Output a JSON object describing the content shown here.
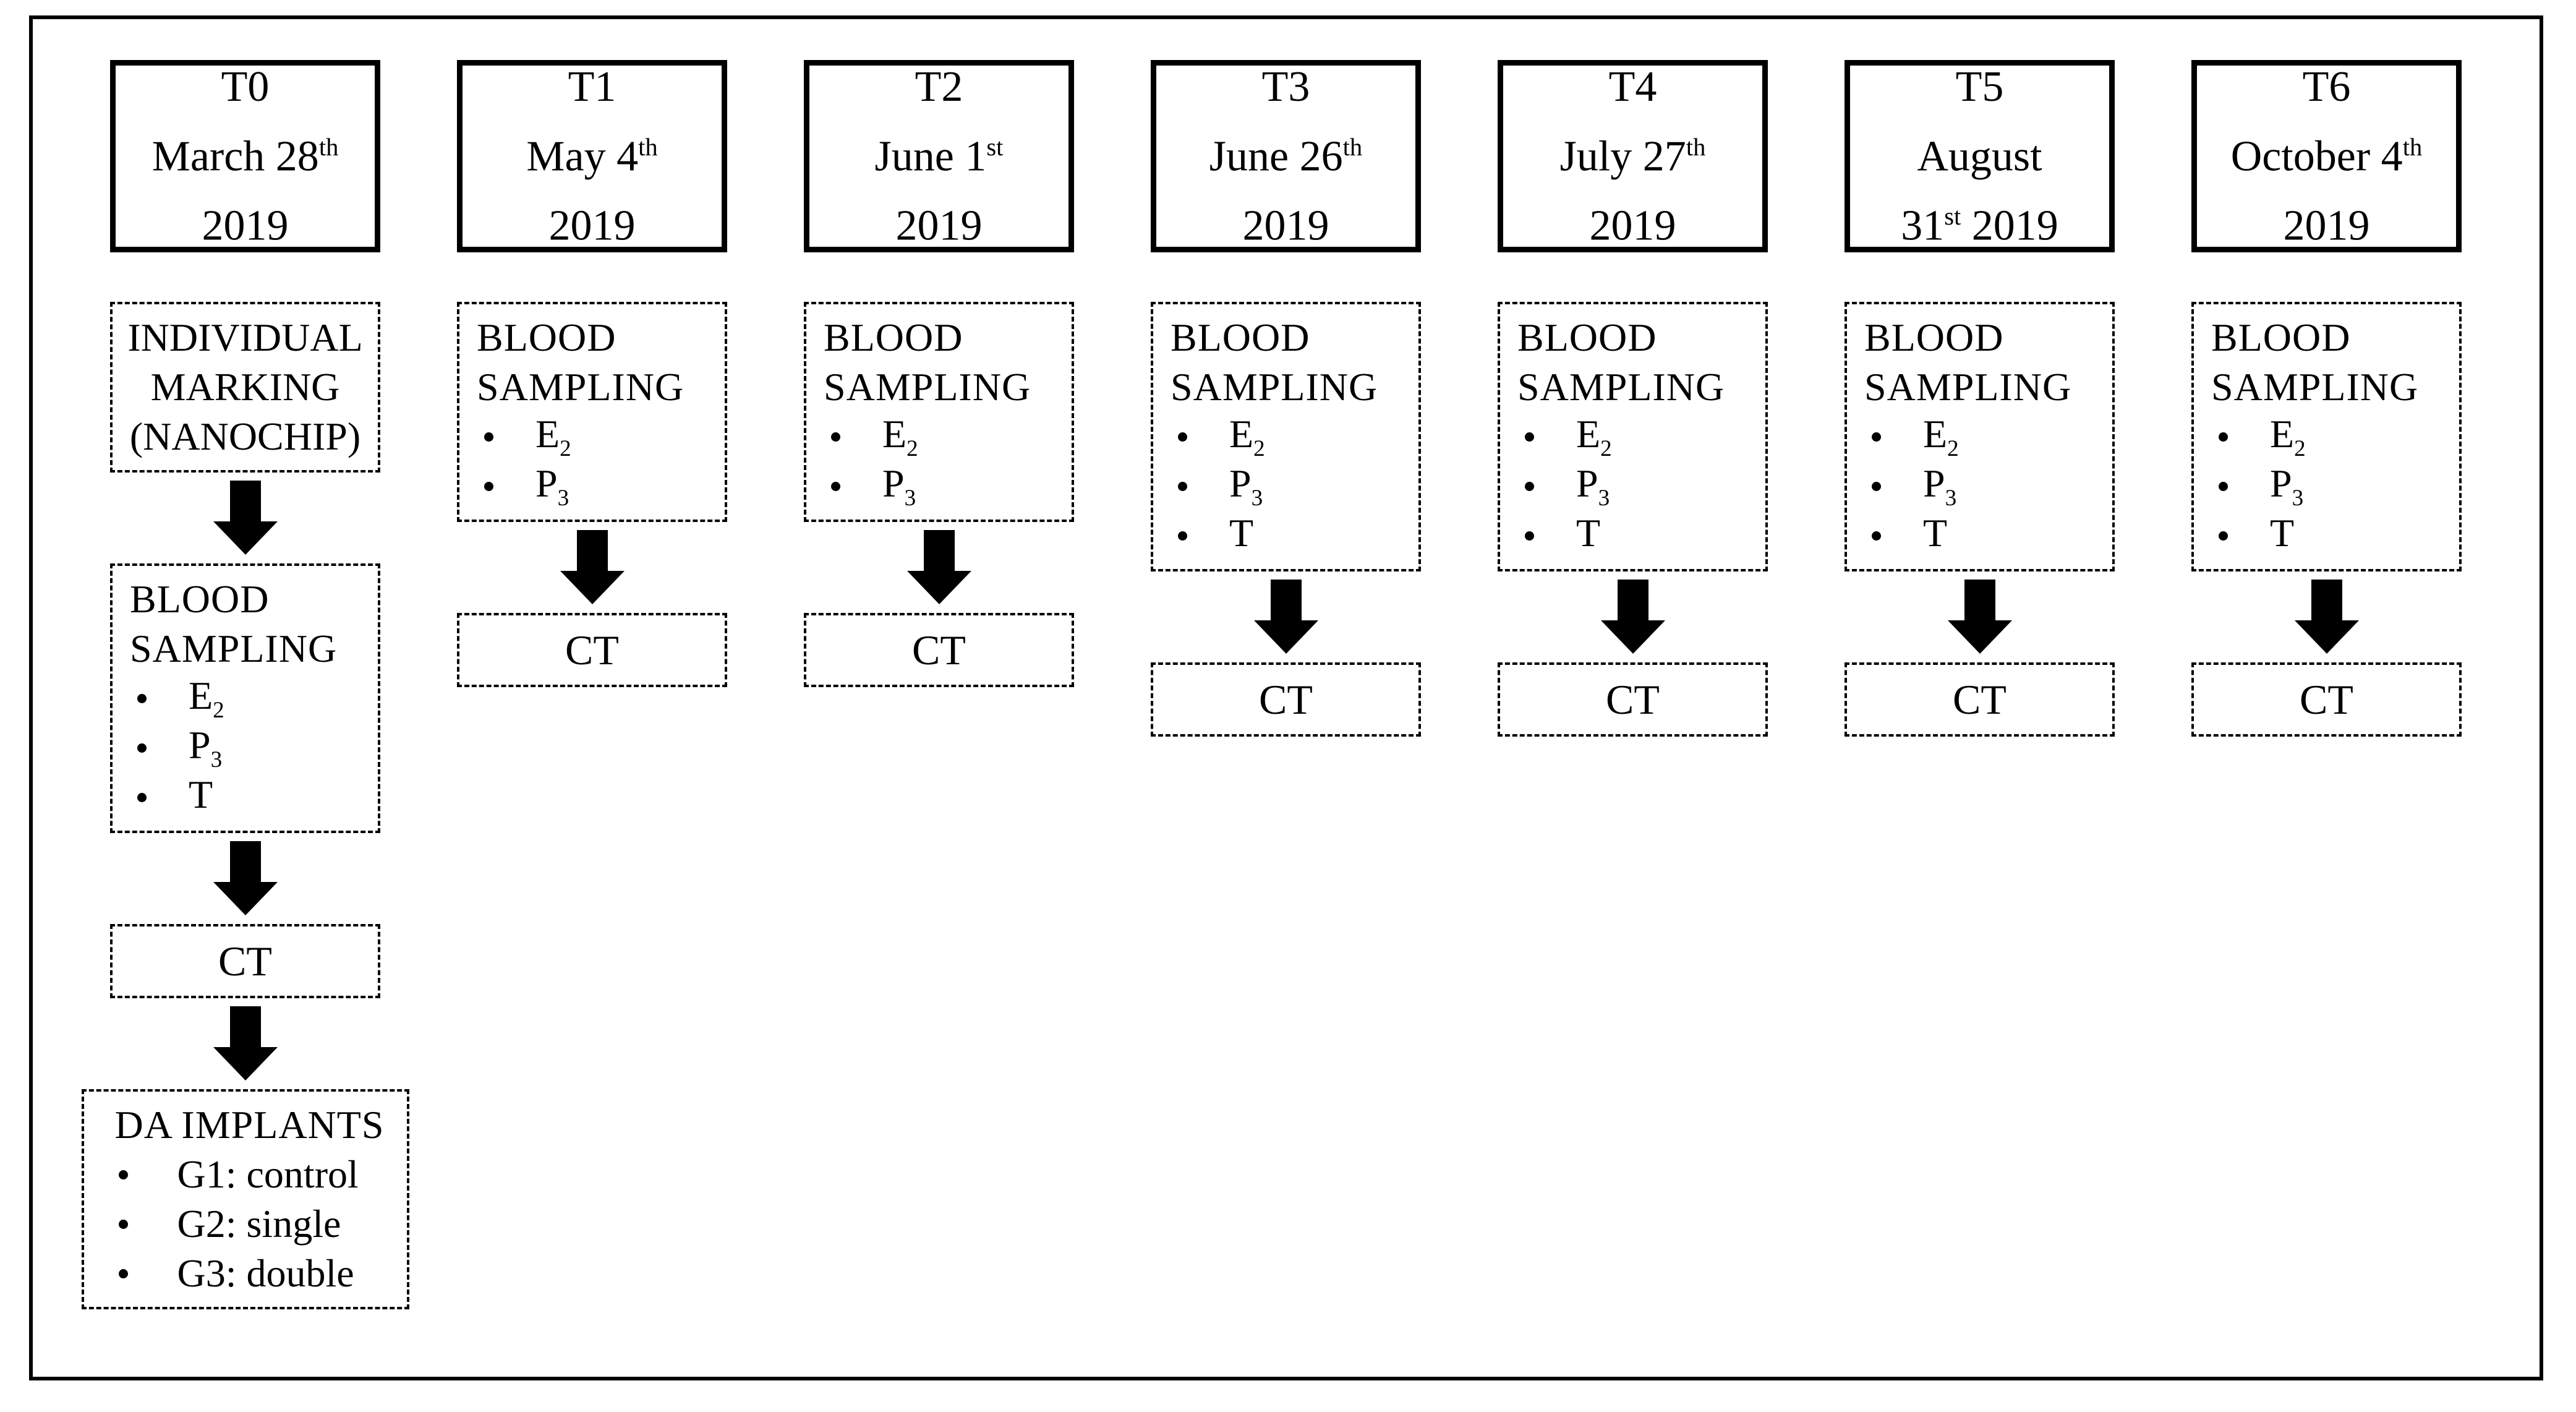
{
  "style": {
    "background": "#ffffff",
    "frame_border": "#000000",
    "box_border": "#000000",
    "text_color": "#000000",
    "arrow_color": "#000000"
  },
  "icons": {
    "down_arrow": "filled-block-down-arrow",
    "bullet": "•"
  },
  "columns": [
    {
      "header": {
        "tp": "T0",
        "l2_pre": "March 28",
        "l2_sup": "th",
        "l2_post": "",
        "l3_pre": "2019",
        "l3_sup": "",
        "l3_post": ""
      },
      "marking": {
        "l1": "INDIVIDUAL",
        "l2": "MARKING",
        "l3": "(NANOCHIP)"
      },
      "sampling": {
        "t1": "BLOOD",
        "t2": "SAMPLING",
        "items": [
          {
            "pre": "E",
            "sub": "2"
          },
          {
            "pre": "P",
            "sub": "3"
          },
          {
            "pre": "T",
            "sub": ""
          }
        ]
      },
      "ct": "CT",
      "implants": {
        "title": "DA IMPLANTS",
        "items": [
          {
            "label": "G1: control"
          },
          {
            "label": "G2: single"
          },
          {
            "label": "G3: double"
          }
        ]
      }
    },
    {
      "header": {
        "tp": "T1",
        "l2_pre": "May 4",
        "l2_sup": "th",
        "l2_post": "",
        "l3_pre": "2019",
        "l3_sup": "",
        "l3_post": ""
      },
      "sampling": {
        "t1": "BLOOD",
        "t2": "SAMPLING",
        "items": [
          {
            "pre": "E",
            "sub": "2"
          },
          {
            "pre": "P",
            "sub": "3"
          }
        ]
      },
      "ct": "CT"
    },
    {
      "header": {
        "tp": "T2",
        "l2_pre": "June 1",
        "l2_sup": "st",
        "l2_post": "",
        "l3_pre": "2019",
        "l3_sup": "",
        "l3_post": ""
      },
      "sampling": {
        "t1": "BLOOD",
        "t2": "SAMPLING",
        "items": [
          {
            "pre": "E",
            "sub": "2"
          },
          {
            "pre": "P",
            "sub": "3"
          }
        ]
      },
      "ct": "CT"
    },
    {
      "header": {
        "tp": "T3",
        "l2_pre": "June 26",
        "l2_sup": "th",
        "l2_post": "",
        "l3_pre": "2019",
        "l3_sup": "",
        "l3_post": ""
      },
      "sampling": {
        "t1": "BLOOD",
        "t2": "SAMPLING",
        "items": [
          {
            "pre": "E",
            "sub": "2"
          },
          {
            "pre": "P",
            "sub": "3"
          },
          {
            "pre": "T",
            "sub": ""
          }
        ]
      },
      "ct": "CT"
    },
    {
      "header": {
        "tp": "T4",
        "l2_pre": "July 27",
        "l2_sup": "th",
        "l2_post": "",
        "l3_pre": "2019",
        "l3_sup": "",
        "l3_post": ""
      },
      "sampling": {
        "t1": "BLOOD",
        "t2": "SAMPLING",
        "items": [
          {
            "pre": "E",
            "sub": "2"
          },
          {
            "pre": "P",
            "sub": "3"
          },
          {
            "pre": "T",
            "sub": ""
          }
        ]
      },
      "ct": "CT"
    },
    {
      "header": {
        "tp": "T5",
        "l2_pre": "August",
        "l2_sup": "",
        "l2_post": "",
        "l3_pre": "31",
        "l3_sup": "st",
        "l3_post": " 2019"
      },
      "sampling": {
        "t1": "BLOOD",
        "t2": "SAMPLING",
        "items": [
          {
            "pre": "E",
            "sub": "2"
          },
          {
            "pre": "P",
            "sub": "3"
          },
          {
            "pre": "T",
            "sub": ""
          }
        ]
      },
      "ct": "CT"
    },
    {
      "header": {
        "tp": "T6",
        "l2_pre": "October 4",
        "l2_sup": "th",
        "l2_post": "",
        "l3_pre": "2019",
        "l3_sup": "",
        "l3_post": ""
      },
      "sampling": {
        "t1": "BLOOD",
        "t2": "SAMPLING",
        "items": [
          {
            "pre": "E",
            "sub": "2"
          },
          {
            "pre": "P",
            "sub": "3"
          },
          {
            "pre": "T",
            "sub": ""
          }
        ]
      },
      "ct": "CT"
    }
  ]
}
